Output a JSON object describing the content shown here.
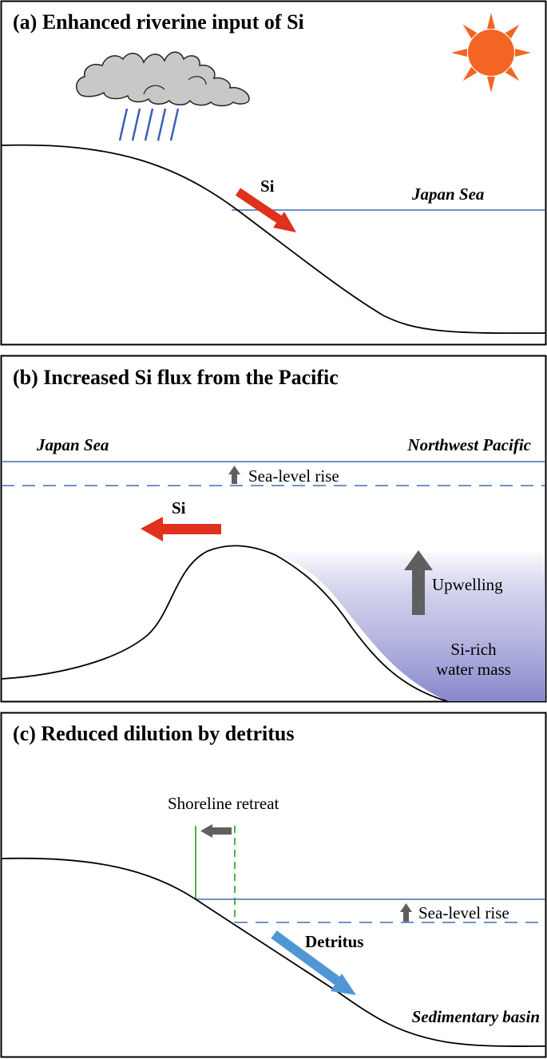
{
  "panels": {
    "a": {
      "title": "(a)  Enhanced riverine input of Si",
      "si_label": "Si",
      "sea_label": "Japan Sea",
      "icons": [
        "cloud-icon",
        "rain-icon",
        "sun-icon"
      ]
    },
    "b": {
      "title": "(b)  Increased Si flux from the Pacific",
      "left_sea_label": "Japan Sea",
      "right_sea_label": "Northwest Pacific",
      "sea_level_label": "Sea-level rise",
      "si_label": "Si",
      "upwelling_label": "Upwelling",
      "water_mass_line1": "Si-rich",
      "water_mass_line2": "water mass"
    },
    "c": {
      "title": "(c)  Reduced dilution by detritus",
      "shoreline_label": "Shoreline retreat",
      "sea_level_label": "Sea-level rise",
      "detritus_label": "Detritus",
      "basin_label": "Sedimentary basin"
    }
  },
  "colors": {
    "red_arrow": "#e0301e",
    "gray_arrow": "#5f5f5f",
    "blue_arrow": "#4f97d4",
    "sea_line": "#3e6fb0",
    "rain": "#3a5fb5",
    "sun": "#f26522",
    "cloud_fill": "#c8c8c8",
    "water_mass": "#8f8fd0",
    "shoreline": "#3aa83a"
  }
}
